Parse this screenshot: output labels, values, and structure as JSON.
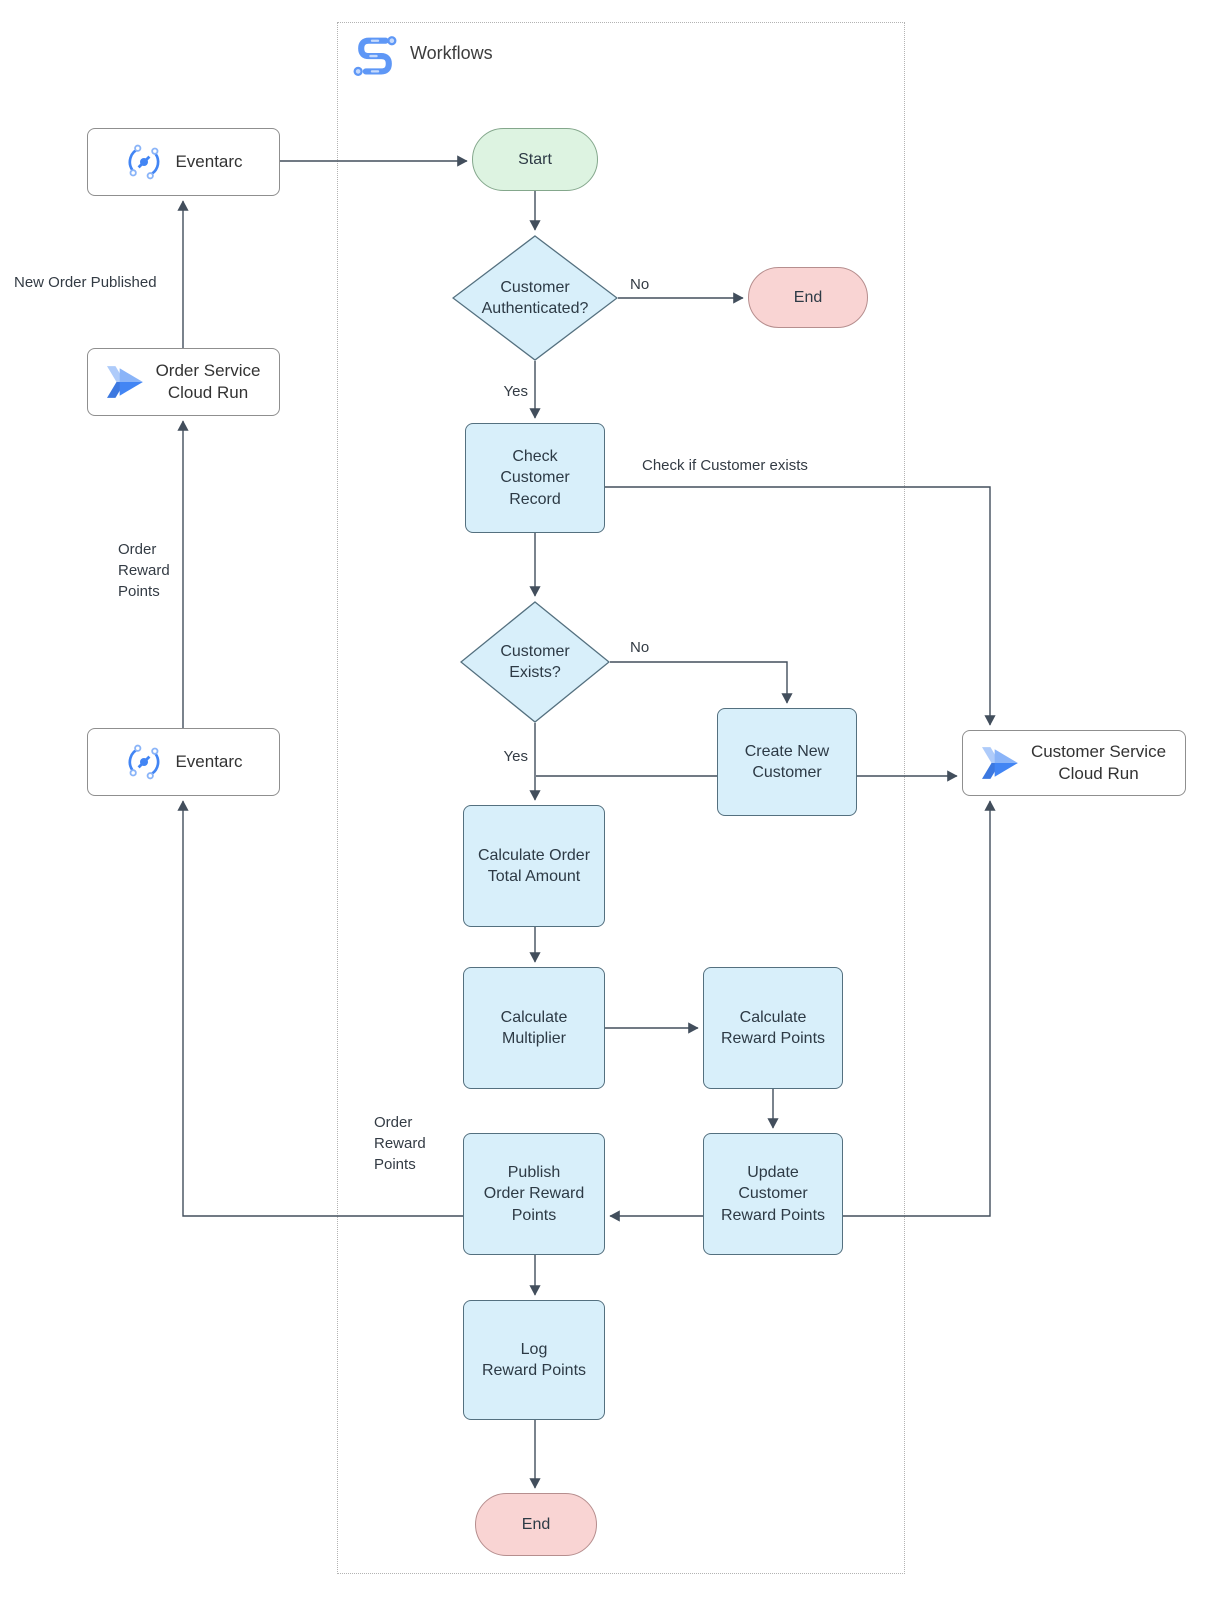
{
  "title": "Workflows",
  "colors": {
    "node_fill": "#d8effa",
    "node_border": "#54707f",
    "start_fill": "#ddf3e1",
    "end_fill": "#f9d4d3",
    "edge": "#424e5c",
    "brand_blue": "#4285f4",
    "brand_blue_light": "#aecbfa"
  },
  "external": {
    "eventarc_top": "Eventarc",
    "order_service": "Order Service\nCloud Run",
    "eventarc_bottom": "Eventarc",
    "customer_service": "Customer Service\nCloud Run"
  },
  "nodes": {
    "start": "Start",
    "auth_check": "Customer\nAuthenticated?",
    "end_top": "End",
    "check_record": "Check\nCustomer\nRecord",
    "exists_check": "Customer\nExists?",
    "create_customer": "Create New\nCustomer",
    "calc_total": "Calculate Order\nTotal Amount",
    "calc_multiplier": "Calculate\nMultiplier",
    "calc_points": "Calculate\nReward Points",
    "publish_points": "Publish\nOrder Reward\nPoints",
    "update_points": "Update\nCustomer\nReward Points",
    "log_points": "Log\nReward Points",
    "end_bottom": "End"
  },
  "edge_labels": {
    "no_auth": "No",
    "yes_auth": "Yes",
    "check_exists": "Check if Customer exists",
    "no_exists": "No",
    "yes_exists": "Yes",
    "new_order_published": "New Order Published",
    "order_reward_points_left": "Order\nReward\nPoints",
    "order_reward_points_mid": "Order\nReward\nPoints"
  },
  "icons": {
    "workflows": "workflows-icon",
    "eventarc": "eventarc-icon",
    "cloud_run": "cloud-run-icon"
  }
}
